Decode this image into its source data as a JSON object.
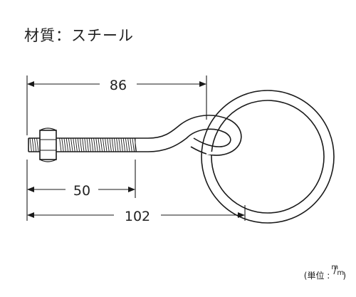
{
  "material_label": "材質：スチール",
  "dimensions": {
    "overall_to_ring": "86",
    "thread_length": "50",
    "total_length": "102"
  },
  "unit": {
    "prefix": "(単位 :",
    "numerator": "m",
    "slash": "/",
    "denominator": "m",
    "suffix": ")"
  },
  "colors": {
    "line": "#1a1a1a",
    "background": "#ffffff"
  }
}
